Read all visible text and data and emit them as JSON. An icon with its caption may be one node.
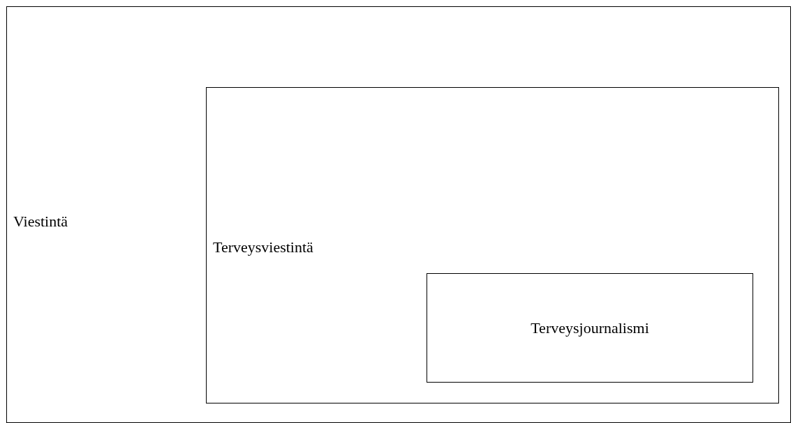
{
  "diagram": {
    "nodes": [
      {
        "text": [
          "Viestintä"
        ]
      },
      {
        "text": [
          "Terveysviestintä"
        ],
        "in": 0
      },
      {
        "text": [
          "Terveysjournalismi"
        ],
        "in": 1
      }
    ],
    "edges": []
  }
}
